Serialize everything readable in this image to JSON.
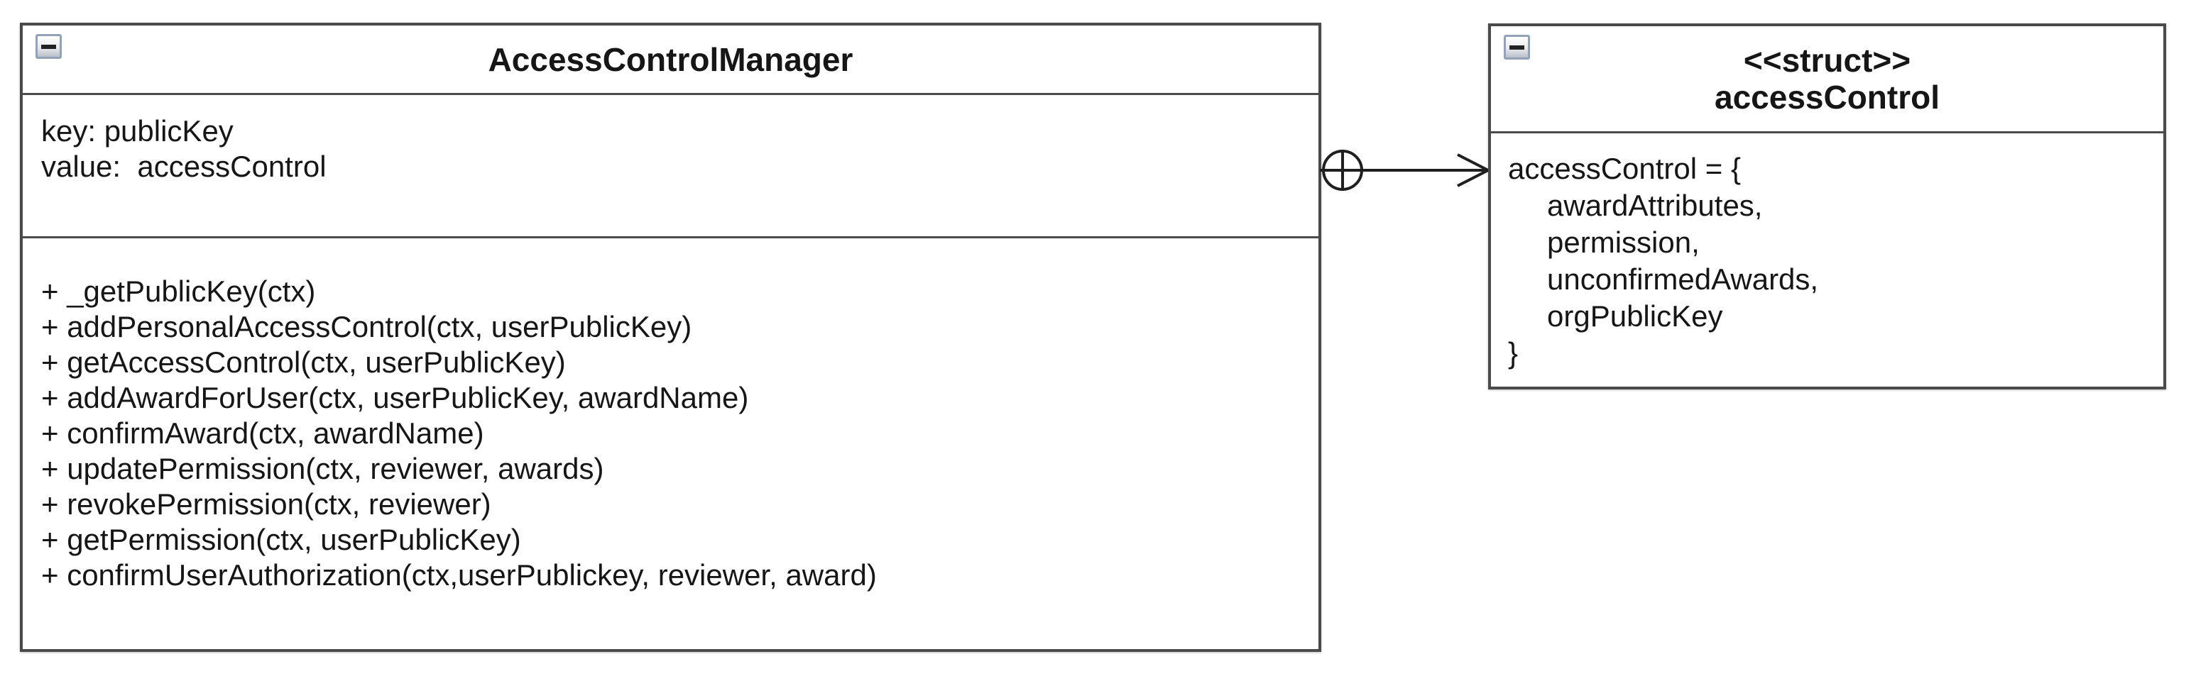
{
  "canvas": {
    "background_color": "#ffffff",
    "box_border_color": "#4a4a4a",
    "text_color": "#161616",
    "collapse_icon_border_color": "#93a2b8"
  },
  "left_class": {
    "title": "AccessControlManager",
    "collapse_icon": "minus-icon",
    "attributes": [
      "key: publicKey",
      "value:  accessControl"
    ],
    "methods": [
      "+ _getPublicKey(ctx)",
      "+ addPersonalAccessControl(ctx, userPublicKey)",
      "+ getAccessControl(ctx, userPublicKey)",
      "+ addAwardForUser(ctx, userPublicKey, awardName)",
      "+ confirmAward(ctx, awardName)",
      "+ updatePermission(ctx, reviewer, awards)",
      "+ revokePermission(ctx, reviewer)",
      "+ getPermission(ctx, userPublicKey)",
      "+ confirmUserAuthorization(ctx,userPublickey, reviewer, award)"
    ]
  },
  "right_struct": {
    "stereotype": "<<struct>>",
    "title": "accessControl",
    "collapse_icon": "minus-icon",
    "body_lines": [
      {
        "text": "accessControl = {",
        "indent": 0
      },
      {
        "text": "awardAttributes,",
        "indent": 1
      },
      {
        "text": "permission,",
        "indent": 1
      },
      {
        "text": "unconfirmedAwards,",
        "indent": 1
      },
      {
        "text": "orgPublicKey",
        "indent": 1
      },
      {
        "text": "}",
        "indent": 0
      }
    ]
  },
  "connector": {
    "source_symbol": "circle-plus-icon",
    "end_symbol": "open-arrowhead-icon",
    "line_color": "#1f1f1f"
  }
}
